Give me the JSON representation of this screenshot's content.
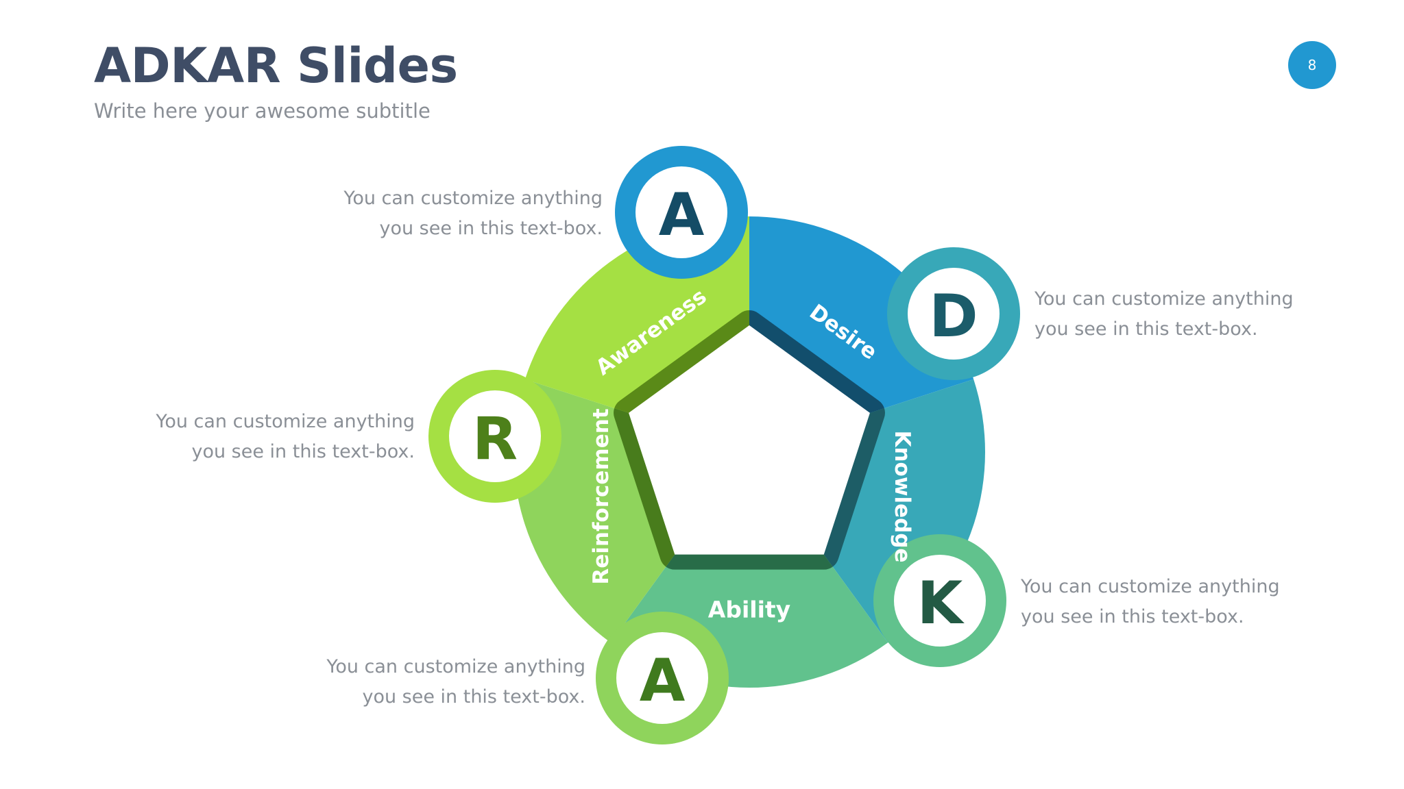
{
  "header": {
    "title": "ADKAR Slides",
    "subtitle": "Write here your awesome subtitle",
    "page_number": "8"
  },
  "colors": {
    "awareness": "#2198d1",
    "desire": "#38a8b8",
    "knowledge": "#61c28d",
    "ability": "#8fd45c",
    "reinforcement": "#a5e043"
  },
  "stages": [
    {
      "key": "awareness",
      "letter": "A",
      "label": "Awareness",
      "color": "#2198d1",
      "letter_color": "#144c66",
      "ring_color": "#124e6c",
      "note": {
        "line1": "You can customize anything",
        "line2": "you see in this text-box."
      }
    },
    {
      "key": "desire",
      "letter": "D",
      "label": "Desire",
      "color": "#38a8b8",
      "letter_color": "#1b5c6a",
      "ring_color": "#1d5d66",
      "note": {
        "line1": "You can customize anything",
        "line2": "you see in this text-box."
      }
    },
    {
      "key": "knowledge",
      "letter": "K",
      "label": "Knowledge",
      "color": "#61c28d",
      "letter_color": "#235a44",
      "ring_color": "#286c48",
      "note": {
        "line1": "You can customize anything",
        "line2": "you see in this text-box."
      }
    },
    {
      "key": "ability",
      "letter": "A",
      "label": "Ability",
      "color": "#8fd45c",
      "letter_color": "#3f7a1e",
      "ring_color": "#487c1c",
      "note": {
        "line1": "You can customize anything",
        "line2": "you see in this text-box."
      }
    },
    {
      "key": "reinforcement",
      "letter": "R",
      "label": "Reinforcement",
      "color": "#a5e043",
      "letter_color": "#4d801a",
      "ring_color": "#5a8a18",
      "note": {
        "line1": "You can customize anything",
        "line2": "you see in this text-box."
      }
    }
  ]
}
